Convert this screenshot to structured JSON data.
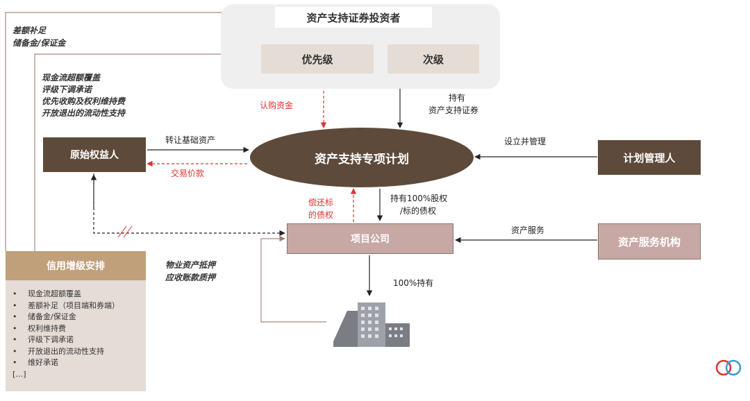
{
  "investor": {
    "title": "资产支持证券投资者",
    "senior": "优先级",
    "junior": "次级"
  },
  "plan": {
    "label": "资产支持专项计划"
  },
  "originator": {
    "label": "原始权益人"
  },
  "manager": {
    "label": "计划管理人"
  },
  "project": {
    "label": "项目公司"
  },
  "servicer": {
    "label": "资产服务机构"
  },
  "credit": {
    "title": "信用增级安排",
    "items": [
      "现金流超额覆盖",
      "差额补足（项目端和券端）",
      "储备金/保证金",
      "权利维持费",
      "评级下调承诺",
      "开放退出的流动性支持",
      "维好承诺"
    ],
    "more": "[…]"
  },
  "labels": {
    "topleft_1": "差额补足",
    "topleft_2": "储备金/保证金",
    "mid_1": "现金流超额覆盖",
    "mid_2": "评级下调承诺",
    "mid_3": "优先收购及权利维持费",
    "mid_4": "开放退出的流动性支持",
    "subscribe": "认购资金",
    "hold_1": "持有",
    "hold_2": "资产支持证券",
    "transfer": "转让基础资产",
    "price": "交易价款",
    "setup": "设立并管理",
    "equity_1": "持有100%股权",
    "equity_2": "/标的债权",
    "repay_1": "偿还标",
    "repay_2": "的债权",
    "service": "资产服务",
    "pledge_1": "物业资产抵押",
    "pledge_2": "应收账款质押",
    "full_hold": "100%持有"
  },
  "colors": {
    "brown": "#5e4a3a",
    "pink": "#c8a8a5",
    "light": "#efefef",
    "tier": "#e4dcd5",
    "red": "#e03030"
  }
}
